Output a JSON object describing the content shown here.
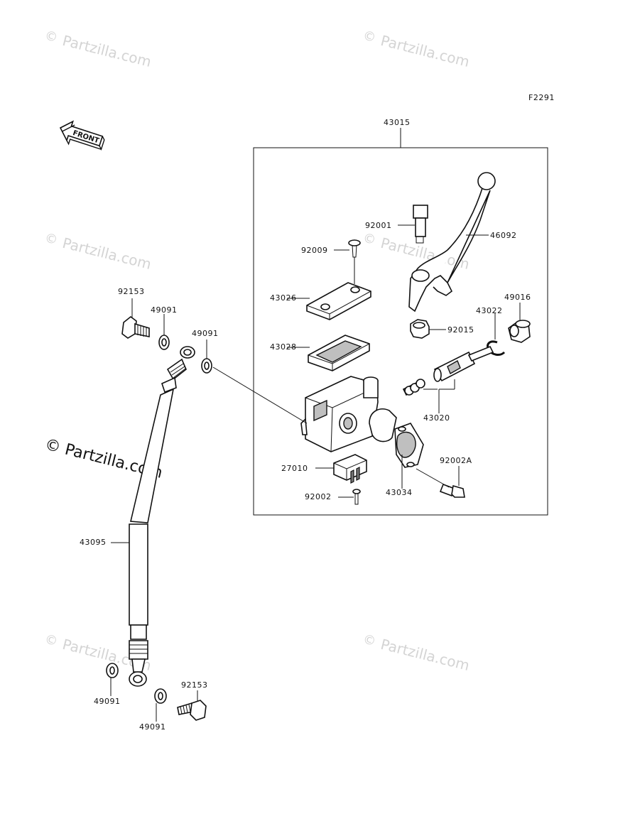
{
  "figure_code": "F2291",
  "front_arrow_text": "FRONT",
  "watermark": "Partzilla.com",
  "watermark_symbol": "©",
  "watermark_dark": "© Partzilla.com",
  "assembly": {
    "number": "43015"
  },
  "parts": {
    "p92001": "92001",
    "p46092": "46092",
    "p92009": "92009",
    "p43026": "43026",
    "p49016": "49016",
    "p43022": "43022",
    "p92015": "92015",
    "p43028": "43028",
    "p43020": "43020",
    "p92002A": "92002A",
    "p27010": "27010",
    "p43034": "43034",
    "p92002": "92002",
    "p92153_top": "92153",
    "p49091_top_a": "49091",
    "p49091_top_b": "49091",
    "p43095": "43095",
    "p49091_bot_a": "49091",
    "p49091_bot_b": "49091",
    "p92153_bot": "92153"
  },
  "colors": {
    "line": "#111111",
    "watermark": "#d4d4d4",
    "shade": "#bfbfbf"
  }
}
